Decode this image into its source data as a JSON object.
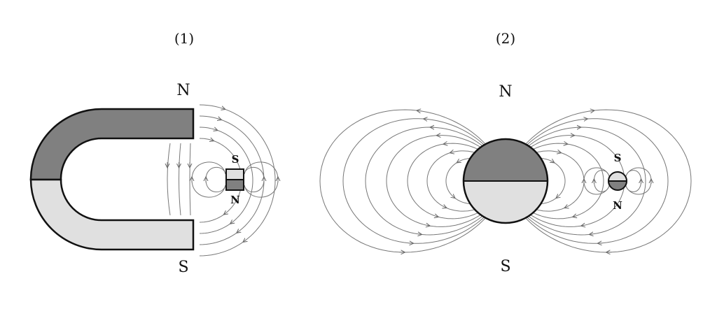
{
  "figure1": {
    "caption": "(1)",
    "horseshoe": {
      "north_label": "N",
      "south_label": "S"
    },
    "compass": {
      "south_label": "S",
      "north_label": "N"
    }
  },
  "figure2": {
    "caption": "(2)",
    "sphere": {
      "north_label": "N",
      "south_label": "S"
    },
    "compass": {
      "south_label": "S",
      "north_label": "N"
    }
  },
  "colors": {
    "dark_pole": "#808080",
    "light_pole": "#e0e0e0",
    "outline": "#111111",
    "field_line": "#777777"
  }
}
